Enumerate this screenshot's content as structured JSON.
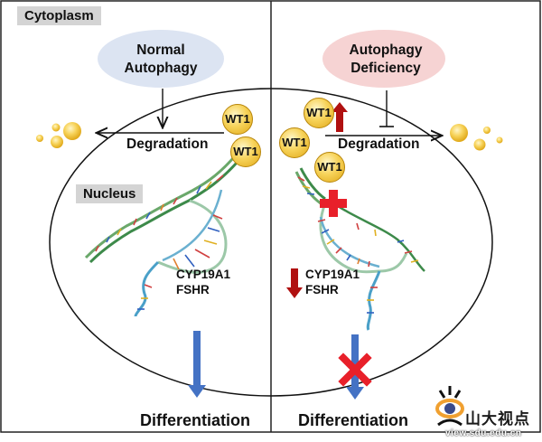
{
  "figure": {
    "left_panel": {
      "compartment_label": "Cytoplasm",
      "nucleus_label": "Nucleus",
      "condition": [
        "Normal",
        "Autophagy"
      ],
      "process_label": "Degradation",
      "proteins": [
        "WT1",
        "WT1"
      ],
      "genes": [
        "CYP19A1",
        "FSHR"
      ],
      "outcome_label": "Differentiation",
      "outcome_state": "promoted"
    },
    "right_panel": {
      "condition": [
        "Autophagy",
        "Deficiency"
      ],
      "process_label": "Degradation",
      "process_state": "inhibited",
      "proteins": [
        "WT1",
        "WT1",
        "WT1"
      ],
      "protein_change": "increased",
      "genes": [
        "CYP19A1",
        "FSHR"
      ],
      "gene_change": "decreased",
      "outcome_label": "Differentiation",
      "outcome_state": "blocked"
    },
    "colors": {
      "normal_oval": "#dce4f2",
      "deficiency_oval": "#f6d3d3",
      "label_box": "#d4d4d4",
      "wt1_fill": "#f5c842",
      "up_down_arrow": "#b01010",
      "block_marks": "#e8202a",
      "differentiation_arrow": "#4472c4"
    },
    "watermark": {
      "chinese_text": "山大视点",
      "url_text": "view.sdu.edu.cn"
    }
  }
}
